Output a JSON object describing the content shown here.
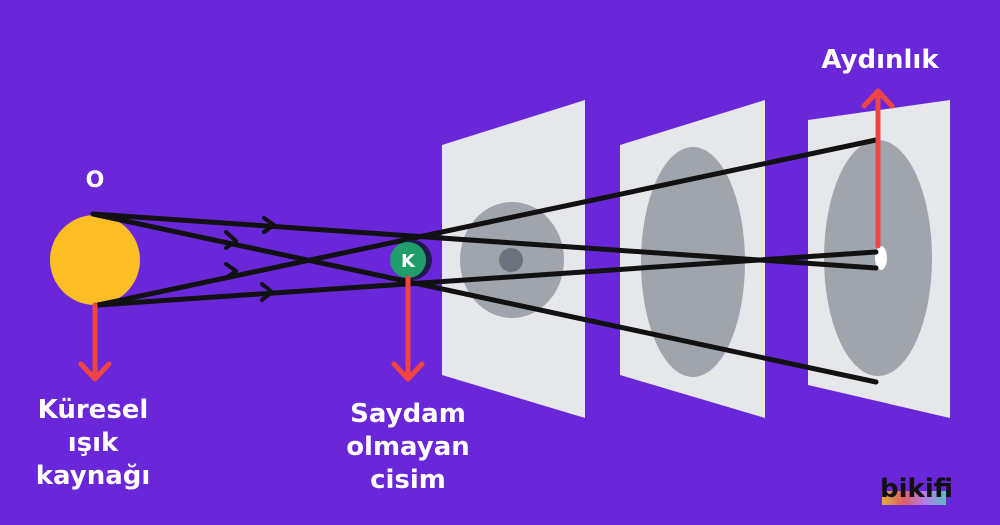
{
  "labels": {
    "source_point": "O",
    "source_lines": [
      "Küresel",
      "ışık",
      "kaynağı"
    ],
    "object_badge": "K",
    "object_lines": [
      "Saydam",
      "olmayan",
      "cisim"
    ],
    "light": "Aydınlık"
  },
  "brand": {
    "text": "bikifi"
  },
  "colors": {
    "background": "#6a27d9",
    "source": "#fbbe24",
    "object": "#1f9e6b",
    "screen": "#e5e7eb",
    "umbra": "#6b7280",
    "penumbra": "#a0a4ac",
    "arrow": "#ef4444",
    "ray": "#111111"
  }
}
